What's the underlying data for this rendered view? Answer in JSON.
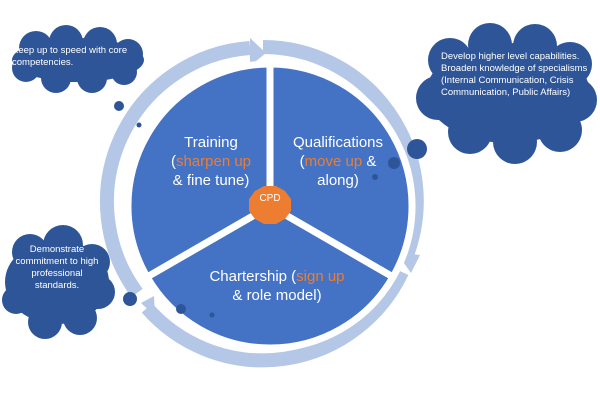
{
  "callouts": {
    "core": "Keep up to speed with core competencies.",
    "specialisms": "Develop higher level capabilities. Broaden knowledge of specialisms (Internal Communication, Crisis Communication, Public Affairs)",
    "standards": "Demonstrate commitment to high professional standards."
  },
  "segments": {
    "training": {
      "title": "Training",
      "open": "(",
      "highlight": "sharpen up",
      "rest": "& fine tune)"
    },
    "qualifications": {
      "title": "Qualifications",
      "open": "(",
      "highlight": "move up",
      "amp": " &",
      "rest": "along)"
    },
    "chartership": {
      "title": "Chartership ",
      "open": "(",
      "highlight": "sign up",
      "rest": "& role model)"
    }
  },
  "center": {
    "label": "CPD"
  },
  "colors": {
    "segment_fill": "#4472c4",
    "cycle_arrow": "#b4c7e7",
    "callout_fill": "#2e5597",
    "highlight_text": "#ed7d31",
    "hub_fill": "#ed7d31"
  }
}
